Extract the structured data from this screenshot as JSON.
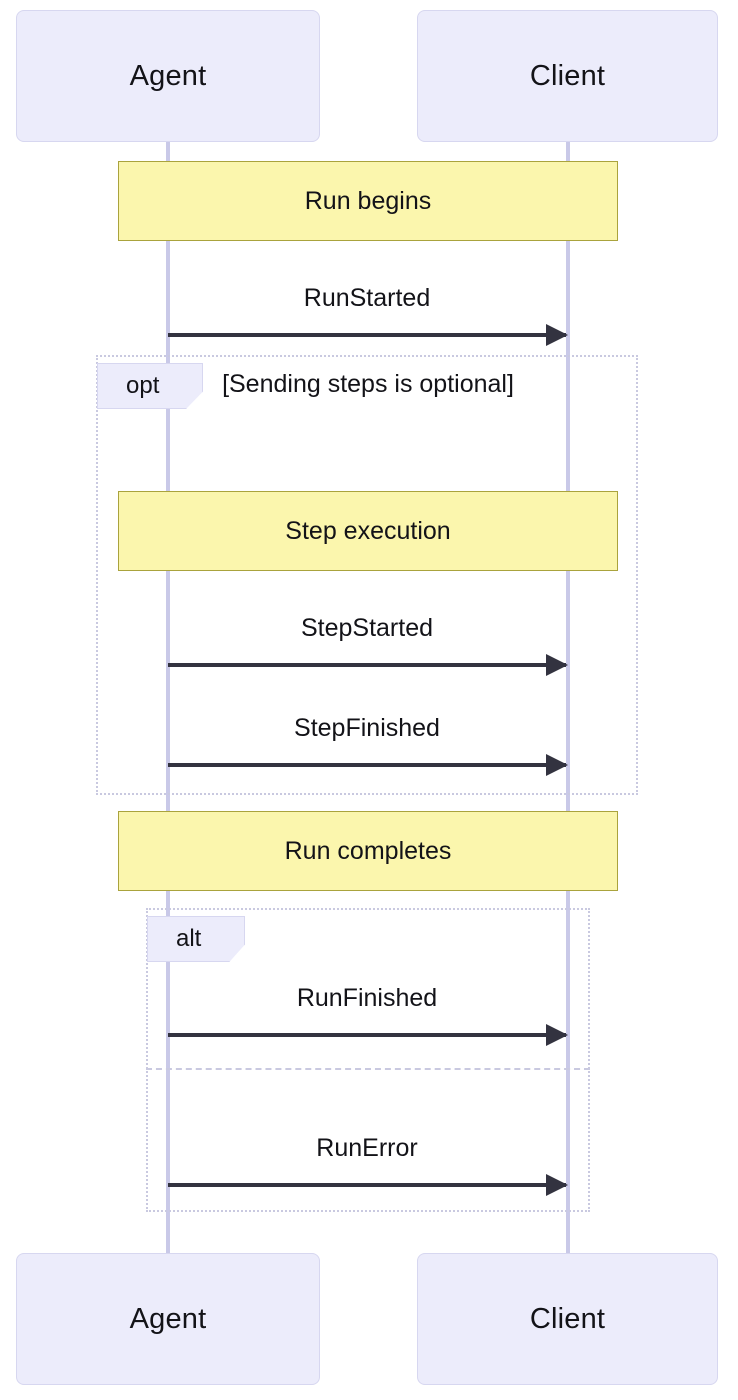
{
  "diagram": {
    "type": "sequence-diagram",
    "participants": [
      {
        "id": "agent",
        "label": "Agent"
      },
      {
        "id": "client",
        "label": "Client"
      }
    ],
    "colors": {
      "actor_fill": "#ececfb",
      "actor_border": "#d7d7f0",
      "lifeline": "#c9c9e8",
      "note_fill": "#fbf6ad",
      "note_border": "#aaa33d",
      "fragment_border": "#c9c9e0",
      "arrow": "#333340",
      "text": "#131318"
    },
    "phases": [
      {
        "id": "run-begins",
        "label": "Run begins"
      },
      {
        "id": "step-execution",
        "label": "Step execution"
      },
      {
        "id": "run-completes",
        "label": "Run completes"
      }
    ],
    "fragments": [
      {
        "id": "opt",
        "kind": "opt",
        "label": "opt",
        "condition": "[Sending steps is optional]"
      },
      {
        "id": "alt",
        "kind": "alt",
        "label": "alt",
        "condition": ""
      }
    ],
    "messages": [
      {
        "id": "m1",
        "label": "RunStarted",
        "from": "agent",
        "to": "client",
        "style": "solid-arrow"
      },
      {
        "id": "m2",
        "label": "StepStarted",
        "from": "agent",
        "to": "client",
        "style": "solid-arrow"
      },
      {
        "id": "m3",
        "label": "StepFinished",
        "from": "agent",
        "to": "client",
        "style": "solid-arrow"
      },
      {
        "id": "m4",
        "label": "RunFinished",
        "from": "agent",
        "to": "client",
        "style": "solid-arrow"
      },
      {
        "id": "m5",
        "label": "RunError",
        "from": "agent",
        "to": "client",
        "style": "solid-arrow"
      }
    ]
  }
}
